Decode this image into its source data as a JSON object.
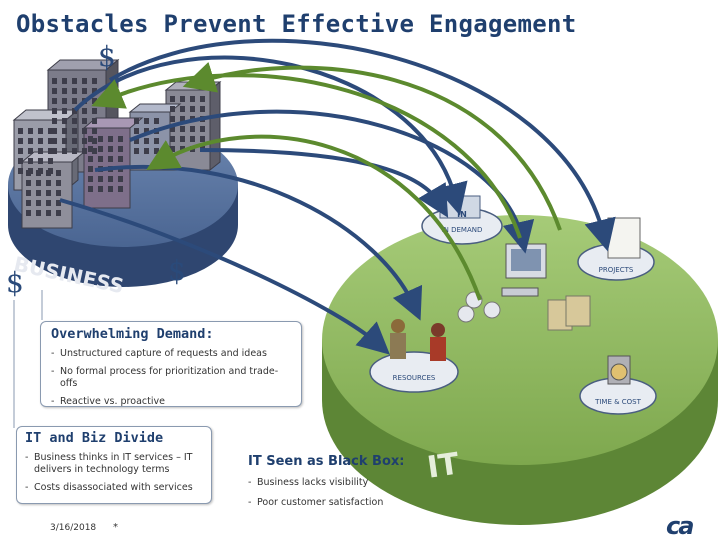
{
  "title": "Obstacles Prevent Effective Engagement",
  "dollar_signs": [
    "$",
    "$",
    "$"
  ],
  "business_label": "BUSINESS",
  "it_label": "IT",
  "it_nodes": {
    "in_demand": "IN DEMAND",
    "projects": "PROJECTS",
    "resources": "RESOURCES",
    "time_cost": "TIME & COST"
  },
  "overwhelming_demand": {
    "heading": "Overwhelming Demand:",
    "items": [
      "Unstructured capture of requests and ideas",
      "No formal process for prioritization and trade-offs",
      "Reactive vs. proactive"
    ]
  },
  "it_biz_divide": {
    "heading": "IT and Biz Divide",
    "items": [
      "Business thinks in IT services – IT delivers in technology terms",
      "Costs disassociated with services"
    ]
  },
  "black_box": {
    "heading": "IT Seen as Black Box:",
    "items": [
      "Business lacks visibility",
      "Poor customer satisfaction"
    ]
  },
  "footer": {
    "date": "3/16/2018",
    "page": "*",
    "logo": "ca"
  },
  "colors": {
    "title": "#1f3f6e",
    "business_disc": "#4e6a96",
    "it_disc": "#86b055",
    "arrow_blue": "#2c4a7a",
    "arrow_green": "#5c8a2e"
  }
}
